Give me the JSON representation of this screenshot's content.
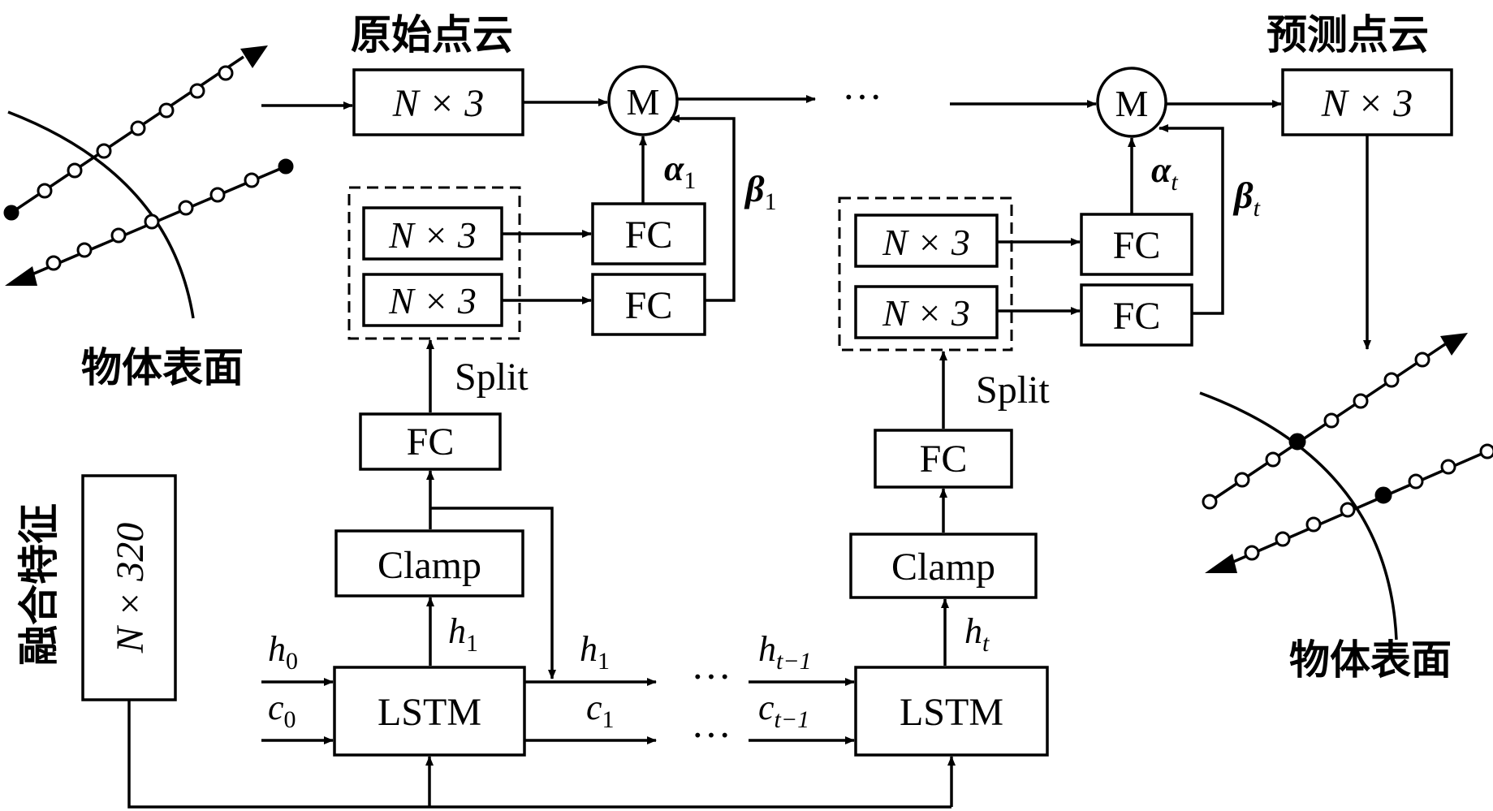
{
  "labels": {
    "original_cloud": "原始点云",
    "predicted_cloud": "预测点云",
    "object_surface_left": "物体表面",
    "object_surface_right": "物体表面",
    "fused_feature": "融合特征",
    "fused_dim": "N × 320",
    "top_input_dim": "N × 3",
    "top_output_dim": "N × 3",
    "merge_left": "M",
    "merge_right": "M",
    "ellipsis_top": "···",
    "ellipsis_h": "···",
    "ellipsis_c": "···"
  },
  "left_block": {
    "split_top": "N × 3",
    "split_bottom": "N × 3",
    "fc_top": "FC",
    "fc_bottom": "FC",
    "fc_main": "FC",
    "split": "Split",
    "clamp": "Clamp",
    "lstm": "LSTM",
    "alpha": "α",
    "alpha_sub": "1",
    "beta": "β",
    "beta_sub": "1",
    "h_in": "h",
    "h_in_sub": "0",
    "c_in": "c",
    "c_in_sub": "0",
    "h_out": "h",
    "h_out_sub": "1",
    "h_next": "h",
    "h_next_sub": "1",
    "c_next": "c",
    "c_next_sub": "1"
  },
  "right_block": {
    "split_top": "N × 3",
    "split_bottom": "N × 3",
    "fc_top": "FC",
    "fc_bottom": "FC",
    "fc_main": "FC",
    "split": "Split",
    "clamp": "Clamp",
    "lstm": "LSTM",
    "alpha": "α",
    "alpha_sub": "t",
    "beta": "β",
    "beta_sub": "t",
    "h_in": "h",
    "h_in_sub": "t−1",
    "c_in": "c",
    "c_in_sub": "t−1",
    "h_out": "h",
    "h_out_sub": "t"
  }
}
